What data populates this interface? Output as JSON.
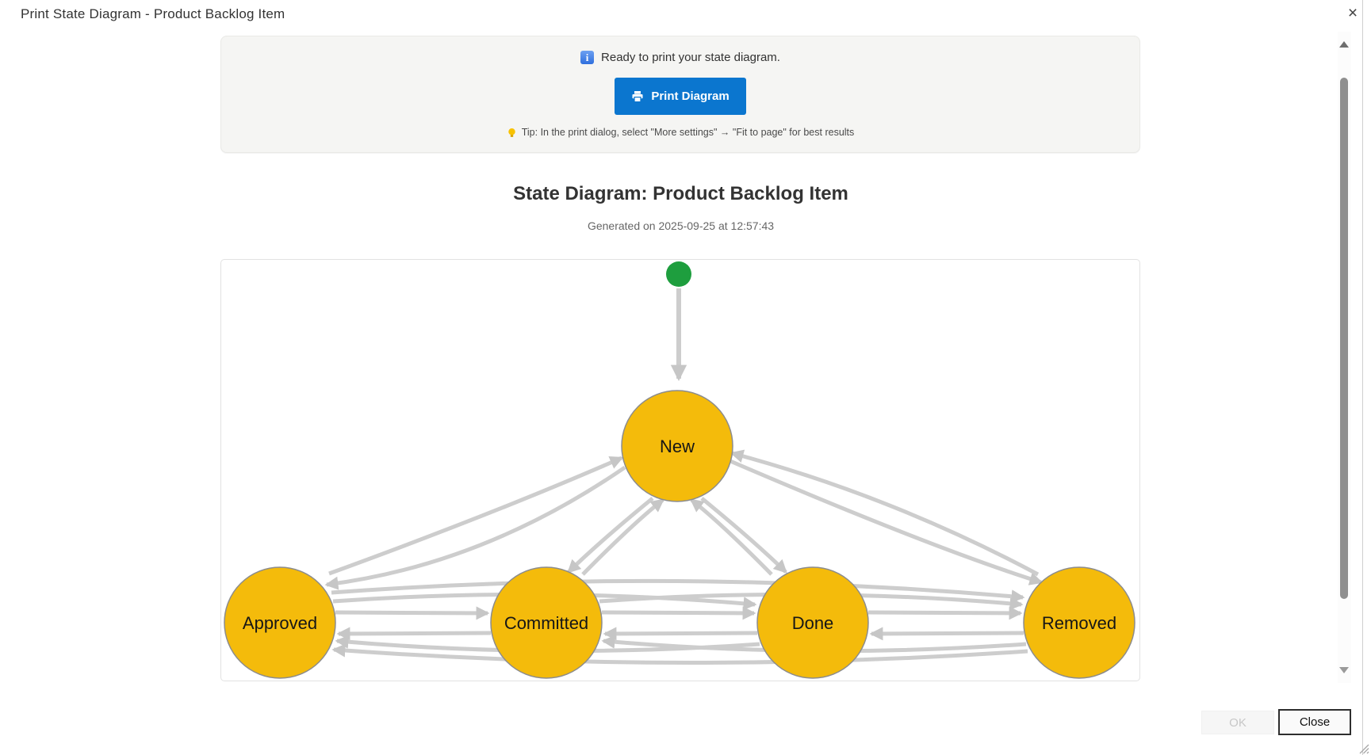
{
  "window": {
    "title": "Print State Diagram - Product Backlog Item",
    "close_icon": "×"
  },
  "banner": {
    "info_icon": "i",
    "status_text": "Ready to print your state diagram.",
    "print_button_label": "Print Diagram",
    "printer_icon": "printer-glyph",
    "tip_icon": "lightbulb",
    "tip_text": "Tip: In the print dialog, select \"More settings\" → \"Fit to page\" for best results"
  },
  "document": {
    "title": "State Diagram: Product Backlog Item",
    "subtitle": "Generated on 2025-09-25 at 12:57:43"
  },
  "diagram": {
    "initial_state": "Start",
    "states": [
      {
        "name": "New"
      },
      {
        "name": "Approved"
      },
      {
        "name": "Committed"
      },
      {
        "name": "Done"
      },
      {
        "name": "Removed"
      }
    ],
    "transitions": [
      {
        "from": "Start",
        "to": "New"
      },
      {
        "from": "New",
        "to": "Approved"
      },
      {
        "from": "Approved",
        "to": "New"
      },
      {
        "from": "New",
        "to": "Committed"
      },
      {
        "from": "Committed",
        "to": "New"
      },
      {
        "from": "New",
        "to": "Done"
      },
      {
        "from": "Done",
        "to": "New"
      },
      {
        "from": "New",
        "to": "Removed"
      },
      {
        "from": "Removed",
        "to": "New"
      },
      {
        "from": "Approved",
        "to": "Committed"
      },
      {
        "from": "Committed",
        "to": "Approved"
      },
      {
        "from": "Committed",
        "to": "Done"
      },
      {
        "from": "Done",
        "to": "Committed"
      },
      {
        "from": "Done",
        "to": "Removed"
      },
      {
        "from": "Removed",
        "to": "Done"
      },
      {
        "from": "Approved",
        "to": "Done"
      },
      {
        "from": "Done",
        "to": "Approved"
      },
      {
        "from": "Committed",
        "to": "Removed"
      },
      {
        "from": "Removed",
        "to": "Committed"
      },
      {
        "from": "Approved",
        "to": "Removed"
      },
      {
        "from": "Removed",
        "to": "Approved"
      }
    ],
    "colors": {
      "state_fill": "#f4bb0b",
      "state_border": "#8c8c8c",
      "edge": "#cdcdcd",
      "initial_fill": "#1e9e3e",
      "accent_blue": "#0b76cf"
    }
  },
  "footer": {
    "ok_label": "OK",
    "close_label": "Close"
  }
}
